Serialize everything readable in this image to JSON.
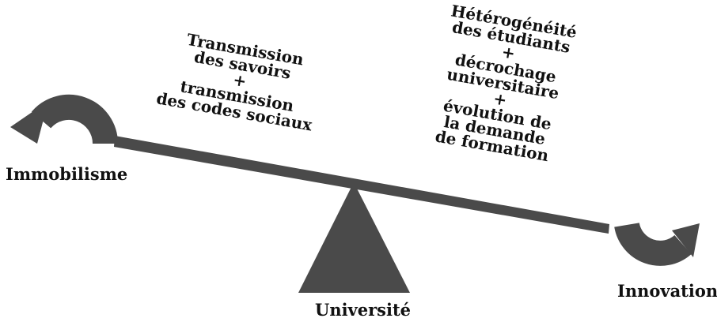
{
  "colors": {
    "shape_fill": "#4a4a4a",
    "text": "#111111",
    "background": "#ffffff"
  },
  "labels": {
    "left": "Immobilisme",
    "right": "Innovation",
    "center": "Université"
  },
  "left_block": {
    "lines": [
      "Transmission",
      "des savoirs",
      "+",
      "transmission",
      "des codes sociaux"
    ]
  },
  "right_block": {
    "lines": [
      "Hétérogénéité",
      "des étudiants",
      "+",
      "décrochage",
      "universitaire",
      "+",
      "évolution de",
      "la demande",
      "de formation"
    ]
  },
  "icons": {
    "left": "circular-arrow-counterclockwise-icon",
    "right": "circular-arrow-clockwise-icon"
  }
}
